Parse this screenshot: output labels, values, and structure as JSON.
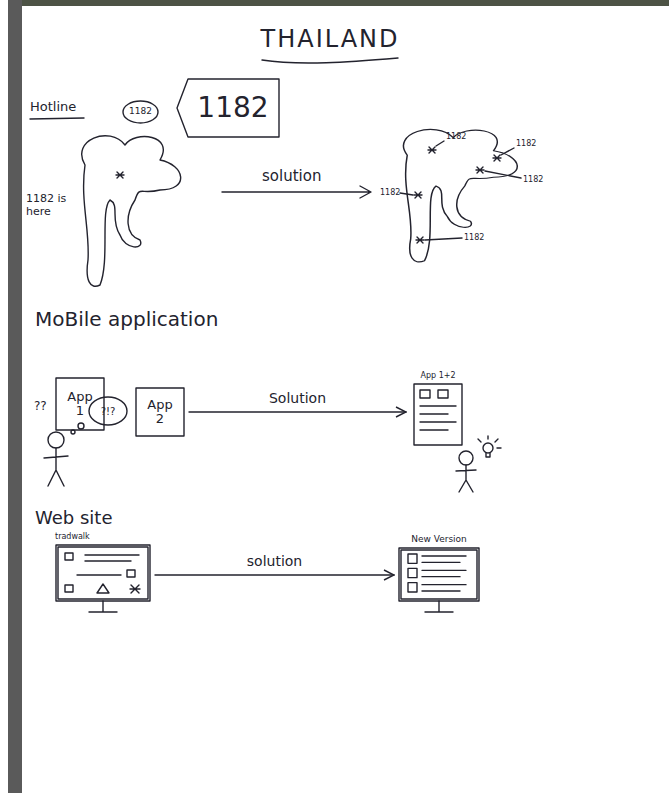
{
  "diagram": {
    "title": "THAILAND",
    "nodes": [
      {
        "text": [
          "1182"
        ]
      },
      {
        "text": [
          "1182"
        ]
      },
      {
        "text": [
          "App 1"
        ]
      },
      {
        "text": [
          "App 2"
        ]
      },
      {
        "text": [
          "?!?"
        ]
      },
      {
        "text": [
          "App 1+2"
        ]
      },
      {
        "text": [
          "tradwalk"
        ]
      },
      {
        "text": [
          "New Version"
        ]
      }
    ],
    "edges": [
      {
        "from": 3,
        "to": 5,
        "arrow": "to",
        "label": "Solution"
      },
      {
        "from": 6,
        "to": 7,
        "arrow": "to",
        "label": "solution"
      }
    ],
    "labels": [
      "Hotline",
      "1182 is here",
      "solution",
      "1182",
      "1182",
      "1182",
      "1182",
      "1182",
      "MoBile application",
      "??",
      "Web site"
    ]
  }
}
